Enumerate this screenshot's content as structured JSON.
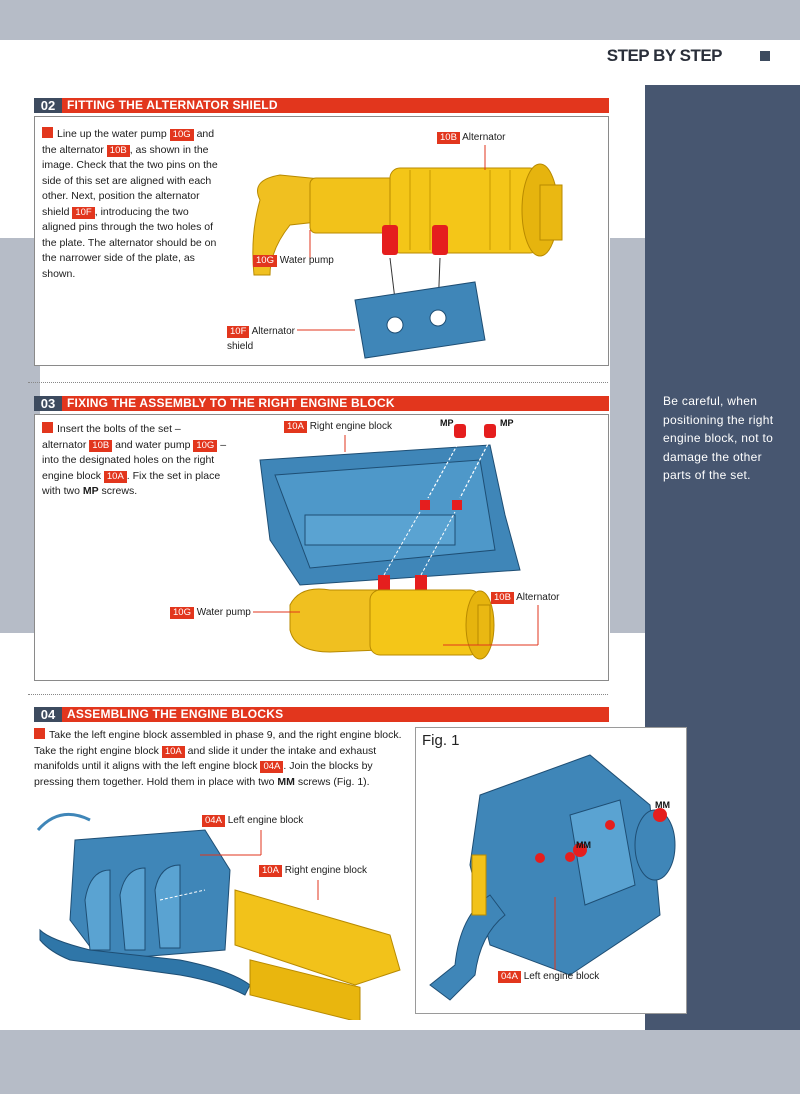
{
  "header": {
    "title": "STEP BY STEP"
  },
  "sidenote": "Be careful, when positioning the right engine block, not to damage the other parts of the set.",
  "step02": {
    "num": "02",
    "title": "FITTING THE ALTERNATOR SHIELD",
    "text": {
      "p1": "Line up the water pump",
      "t1": "10G",
      "p2": "and the alternator",
      "t2": "10B",
      "p3": ", as shown in the image. Check that the two pins on the side of this set are aligned with each other. Next, position the alternator shield",
      "t3": "10F",
      "p4": ", introducing the two aligned pins through the two holes of the plate. The alternator should be on the narrower side of the plate, as shown."
    },
    "labels": {
      "alternator_tag": "10B",
      "alternator": "Alternator",
      "pump_tag": "10G",
      "pump": "Water pump",
      "shield_tag": "10F",
      "shield": "Alternator shield"
    }
  },
  "step03": {
    "num": "03",
    "title": "FIXING THE ASSEMBLY TO THE RIGHT ENGINE BLOCK",
    "text": {
      "p1": "Insert the bolts of the set – alternator",
      "t1": "10B",
      "p2": "and water pump",
      "t2": "10G",
      "p3": "– into the designated holes on the right engine block",
      "t3": "10A",
      "p4": ". Fix the set in place with two",
      "b1": "MP",
      "p5": "screws."
    },
    "labels": {
      "block_tag": "10A",
      "block": "Right engine block",
      "mp1": "MP",
      "mp2": "MP",
      "pump_tag": "10G",
      "pump": "Water pump",
      "alt_tag": "10B",
      "alt": "Alternator"
    }
  },
  "step04": {
    "num": "04",
    "title": "ASSEMBLING THE ENGINE BLOCKS",
    "text": {
      "p1": "Take the left engine block assembled in phase 9, and the right engine block. Take the right engine block",
      "t1": "10A",
      "p2": "and slide it under the intake and exhaust manifolds until it aligns with the left engine block",
      "t2": "04A",
      "p3": ". Join the blocks by pressing them together. Hold them in place with two",
      "b1": "MM",
      "p4": "screws (Fig. 1)."
    },
    "labels": {
      "left_tag": "04A",
      "left": "Left engine block",
      "right_tag": "10A",
      "right": "Right engine block"
    },
    "fig1": {
      "title": "Fig. 1",
      "mm1": "MM",
      "mm2": "MM",
      "left_tag": "04A",
      "left": "Left engine block"
    }
  },
  "colors": {
    "accent": "#e2361d",
    "navy": "#3d4b5f",
    "panel": "#475670",
    "yellow": "#f2c21a",
    "blue": "#3f86b8",
    "red": "#e51e1e"
  }
}
